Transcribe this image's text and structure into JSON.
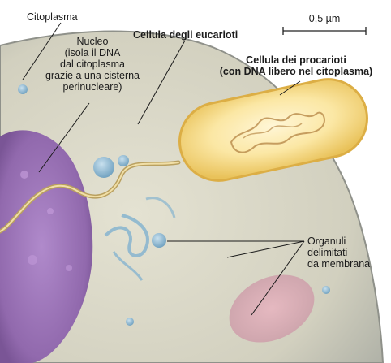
{
  "labels": {
    "cytoplasm": "Citoplasma",
    "nucleus": [
      "Nucleo",
      "(isola il DNA",
      "dal citoplasma",
      "grazie a una cisterna",
      "perinucleare)"
    ],
    "eukaryotic_cell": "Cellula degli eucarioti",
    "prokaryotic_cell": [
      "Cellula dei procarioti",
      "(con DNA libero nel citoplasma)"
    ],
    "organelles": [
      "Organuli",
      "delimitati",
      "da membrana"
    ],
    "scale_bar": "0,5 µm"
  },
  "colors": {
    "cytoplasm": "#d6d4c2",
    "cell_edge": "#8a8c83",
    "nucleus": "#a07ab8",
    "bacterium": "#f6dc7a",
    "vesicle": "#86b4cf",
    "background": "#ffffff"
  }
}
